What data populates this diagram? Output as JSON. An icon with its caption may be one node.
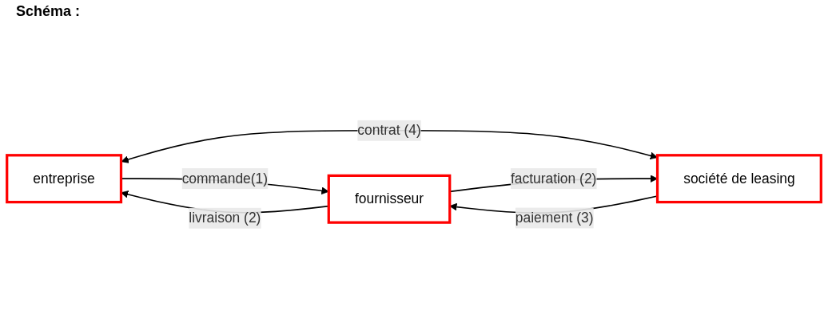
{
  "diagram": {
    "title": "Schéma :",
    "nodes": [
      {
        "text": [
          "entreprise"
        ]
      },
      {
        "text": [
          "société de leasing"
        ]
      },
      {
        "text": [
          "fournisseur"
        ]
      }
    ],
    "edges": [
      {
        "from": 0,
        "to": 2,
        "arrow": "to",
        "label": "commande(1)"
      },
      {
        "from": 0,
        "to": 1,
        "arrow": "both",
        "label": "contrat (4)"
      },
      {
        "from": 1,
        "to": 2,
        "arrow": "to",
        "label": "paiement (3)"
      },
      {
        "from": 2,
        "to": 0,
        "arrow": "to",
        "label": "livraison (2)"
      },
      {
        "from": 2,
        "to": 1,
        "arrow": "to",
        "label": "facturation (2)"
      }
    ]
  }
}
